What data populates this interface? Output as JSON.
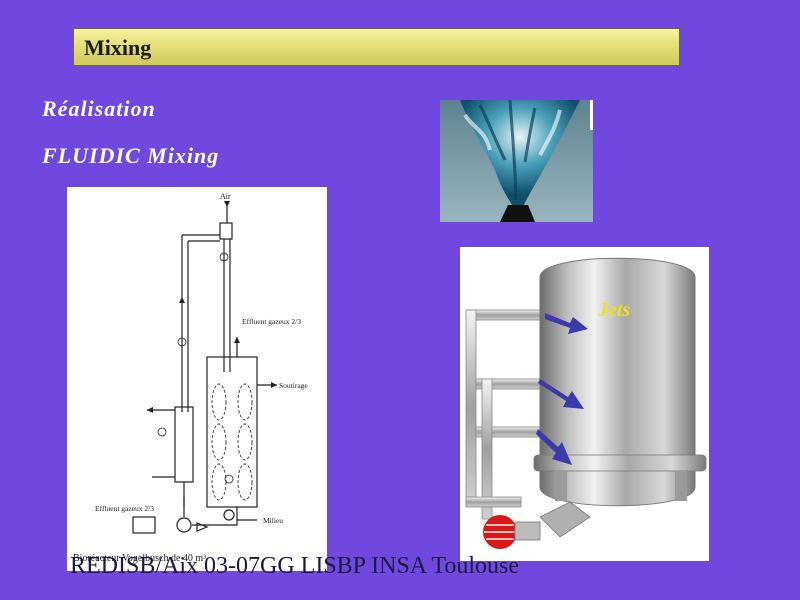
{
  "slide": {
    "title": "Mixing",
    "subtitle1": "Réalisation",
    "subtitle2": "FLUIDIC Mixing",
    "footer": "REDISB/Aix 03-07GG LISBP INSA Toulouse"
  },
  "diagram": {
    "air_label": "Air",
    "effluent_top_label": "Effluent gazeux 2/3",
    "soutirage_label": "Soutirage",
    "effluent_bottom_label": "Effluent gazeux 2/3",
    "milieu_label": "Milieu",
    "caption": "Bioréacteur Vogelbusch de 40 m³"
  },
  "tank": {
    "jets_label": "Jets"
  },
  "colors": {
    "background": "#7048e0",
    "title_bar": "#e4df78",
    "jets_text": "#f0e020",
    "arrows": "#3a3aa8"
  }
}
